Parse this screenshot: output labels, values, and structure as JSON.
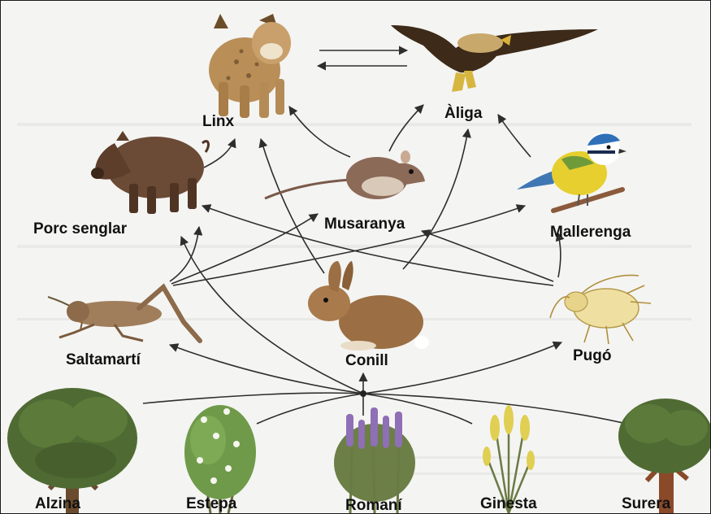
{
  "diagram": {
    "colors": {
      "background": "#f4f4f2",
      "arrow": "#2e2e2e",
      "foliage": "#4f6b33",
      "trunk": "#6a4b2e",
      "lavender": "#8f6fb5",
      "yellow_flower": "#e0cf52"
    },
    "animals": {
      "lynx": "Linx",
      "eagle": "Àliga",
      "boar": "Porc senglar",
      "shrew": "Musaranya",
      "tit": "Mallerenga",
      "grasshopper": "Saltamartí",
      "rabbit": "Conill",
      "aphid": "Pugó"
    },
    "plants": {
      "holm_oak": "Alzina",
      "rockrose": "Estepa",
      "rosemary": "Romaní",
      "broom": "Ginesta",
      "cork_oak": "Surera"
    },
    "icons": [
      "lynx-icon",
      "eagle-icon",
      "boar-icon",
      "shrew-icon",
      "tit-icon",
      "grasshopper-icon",
      "rabbit-icon",
      "aphid-icon",
      "holm-oak-icon",
      "rockrose-icon",
      "rosemary-icon",
      "broom-icon",
      "cork-oak-icon"
    ]
  }
}
